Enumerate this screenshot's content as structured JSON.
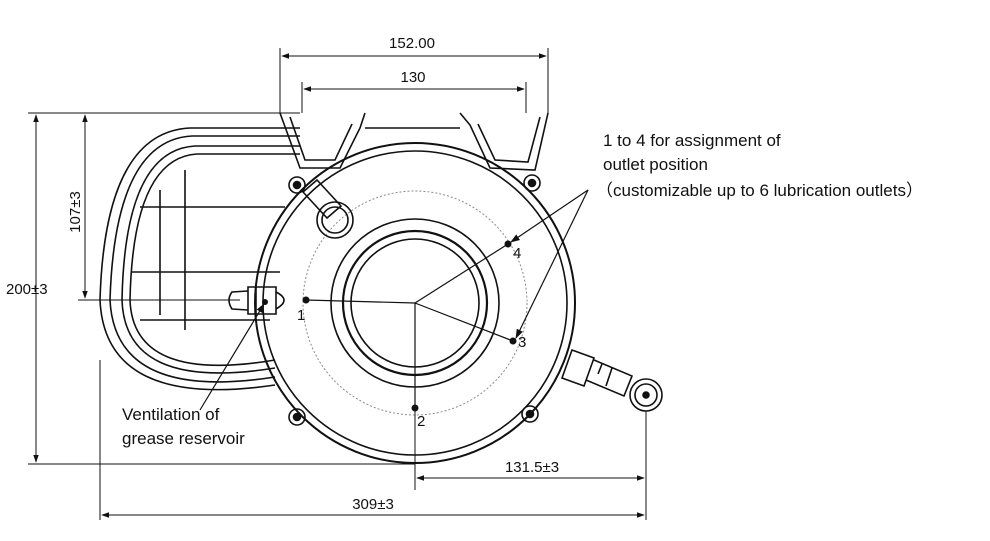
{
  "colors": {
    "line": "#111111",
    "background": "#ffffff",
    "ring": "#8a8a8a"
  },
  "dimensions": {
    "top_outer": "152.00",
    "top_inner": "130",
    "left_inner": "107±3",
    "left_outer": "200±3",
    "bottom_right": "131.5±3",
    "bottom_total": "309±3"
  },
  "notes": {
    "assignment_line1": "1 to 4 for assignment of",
    "assignment_line2": "outlet position",
    "assignment_line3": "（customizable up to 6 lubrication outlets）",
    "vent_line1": "Ventilation of",
    "vent_line2": "grease reservoir"
  },
  "positions": [
    "1",
    "2",
    "3",
    "4"
  ]
}
